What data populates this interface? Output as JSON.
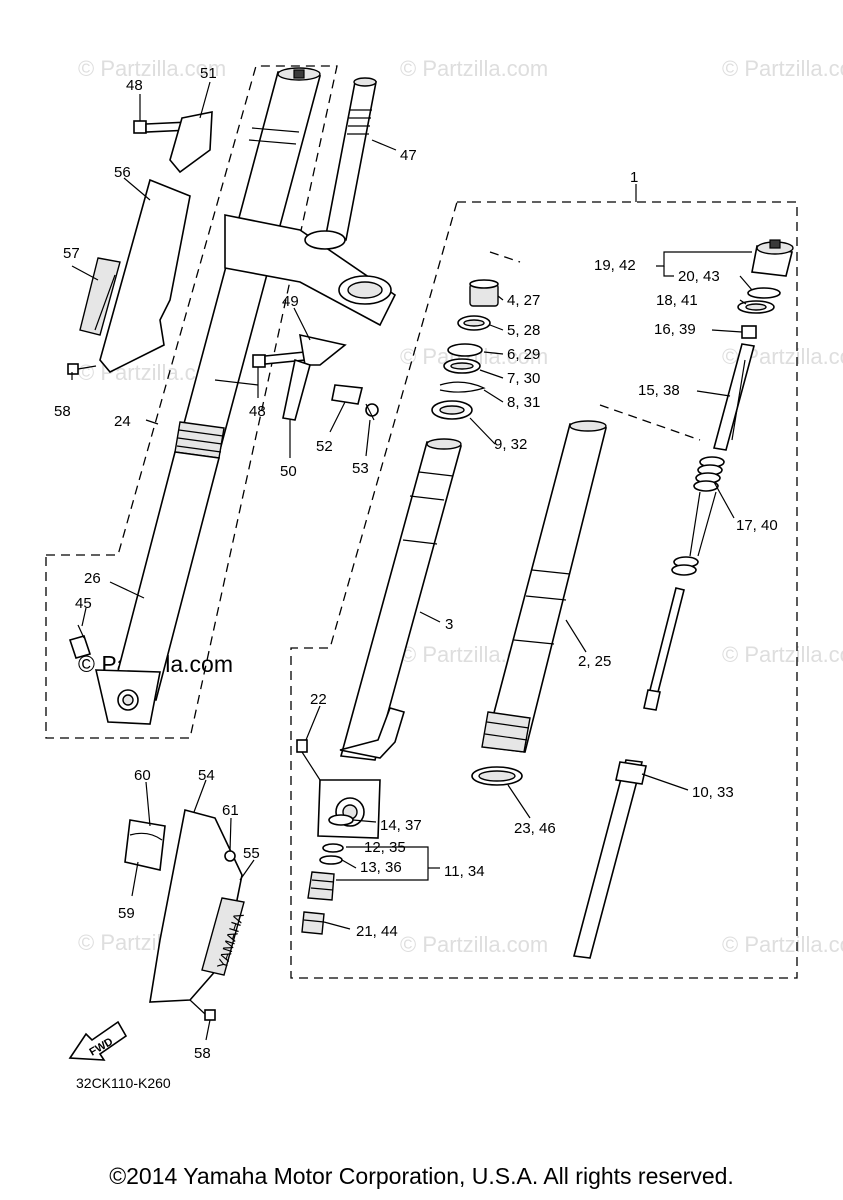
{
  "watermark": {
    "text": "© Partzilla.com",
    "strong_text": "© Partzilla.com"
  },
  "callouts": [
    {
      "id": "c48a",
      "text": "48"
    },
    {
      "id": "c51",
      "text": "51"
    },
    {
      "id": "c47",
      "text": "47"
    },
    {
      "id": "c1",
      "text": "1"
    },
    {
      "id": "c56",
      "text": "56"
    },
    {
      "id": "c57",
      "text": "57"
    },
    {
      "id": "c19",
      "text": "19, 42"
    },
    {
      "id": "c20",
      "text": "20, 43"
    },
    {
      "id": "c4",
      "text": "4, 27"
    },
    {
      "id": "c18",
      "text": "18, 41"
    },
    {
      "id": "c5",
      "text": "5, 28"
    },
    {
      "id": "c16",
      "text": "16, 39"
    },
    {
      "id": "c49",
      "text": "49"
    },
    {
      "id": "c6",
      "text": "6, 29"
    },
    {
      "id": "c7",
      "text": "7, 30"
    },
    {
      "id": "c15",
      "text": "15, 38"
    },
    {
      "id": "c58a",
      "text": "58"
    },
    {
      "id": "c48b",
      "text": "48"
    },
    {
      "id": "c8",
      "text": "8, 31"
    },
    {
      "id": "c24",
      "text": "24"
    },
    {
      "id": "c52",
      "text": "52"
    },
    {
      "id": "c53",
      "text": "53"
    },
    {
      "id": "c9",
      "text": "9, 32"
    },
    {
      "id": "c50",
      "text": "50"
    },
    {
      "id": "c17",
      "text": "17, 40"
    },
    {
      "id": "c26",
      "text": "26"
    },
    {
      "id": "c45",
      "text": "45"
    },
    {
      "id": "c3",
      "text": "3"
    },
    {
      "id": "c2",
      "text": "2, 25"
    },
    {
      "id": "c22",
      "text": "22"
    },
    {
      "id": "c60",
      "text": "60"
    },
    {
      "id": "c54",
      "text": "54"
    },
    {
      "id": "c10",
      "text": "10, 33"
    },
    {
      "id": "c61",
      "text": "61"
    },
    {
      "id": "c14",
      "text": "14, 37"
    },
    {
      "id": "c23",
      "text": "23, 46"
    },
    {
      "id": "c55",
      "text": "55"
    },
    {
      "id": "c12",
      "text": "12, 35"
    },
    {
      "id": "c13",
      "text": "13, 36"
    },
    {
      "id": "c11",
      "text": "11, 34"
    },
    {
      "id": "c59",
      "text": "59"
    },
    {
      "id": "c21",
      "text": "21, 44"
    },
    {
      "id": "c58b",
      "text": "58"
    }
  ],
  "fwd_label": "FWD",
  "yamaha_label": "YAMAHA",
  "diagram_code": "32CK110-K260",
  "copyright": "©2014 Yamaha Motor Corporation, U.S.A. All rights reserved."
}
